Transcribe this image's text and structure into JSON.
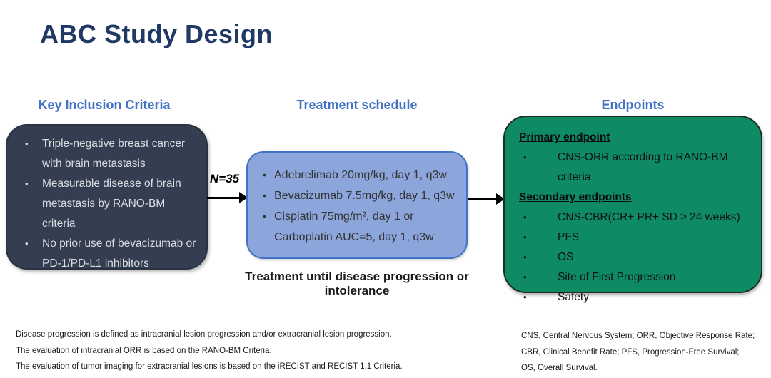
{
  "slide": {
    "title": "ABC Study Design"
  },
  "inclusion": {
    "header": "Key Inclusion Criteria",
    "bullets": [
      "Triple-negative breast cancer with brain metastasis",
      "Measurable disease of brain metastasis by RANO-BM criteria",
      "No prior use of bevacizumab or PD-1/PD-L1 inhibitors"
    ]
  },
  "flow": {
    "n_label": "N=35"
  },
  "treatment": {
    "header": "Treatment schedule",
    "bullets": [
      "Adebrelimab 20mg/kg, day 1, q3w",
      "Bevacizumab 7.5mg/kg, day 1, q3w",
      "Cisplatin 75mg/m², day 1 or Carboplatin AUC=5, day 1, q3w"
    ],
    "caption": "Treatment until disease progression or intolerance"
  },
  "endpoints": {
    "header": "Endpoints",
    "primary_heading": "Primary endpoint",
    "primary_bullets": [
      "CNS-ORR according to RANO-BM criteria"
    ],
    "secondary_heading": "Secondary endpoints",
    "secondary_bullets": [
      "CNS-CBR(CR+ PR+ SD ≥ 24 weeks)",
      "PFS",
      "OS",
      "Site of First Progression",
      "Safety"
    ]
  },
  "footnotes": {
    "left": [
      "Disease progression is defined as intracranial lesion progression  and/or extracranial lesion progression.",
      "The evaluation of intracranial ORR is based on the RANO-BM Criteria.",
      "The evaluation of tumor imaging for extracranial lesions is based on the iRECIST and RECIST 1.1 Criteria."
    ],
    "right": [
      "CNS, Central Nervous System;  ORR, Objective Response Rate;",
      "CBR, Clinical Benefit Rate; PFS, Progression-Free Survival;",
      "OS, Overall Survival."
    ]
  },
  "colors": {
    "title_navy": "#1F3864",
    "header_blue": "#4472C4",
    "dark_box_fill": "#343E50",
    "dark_box_text": "#D9DDE3",
    "blue_box_fill": "#8CA5DB",
    "blue_box_border": "#4472C4",
    "green_box_fill": "#0E8A65",
    "arrow_black": "#000000"
  }
}
